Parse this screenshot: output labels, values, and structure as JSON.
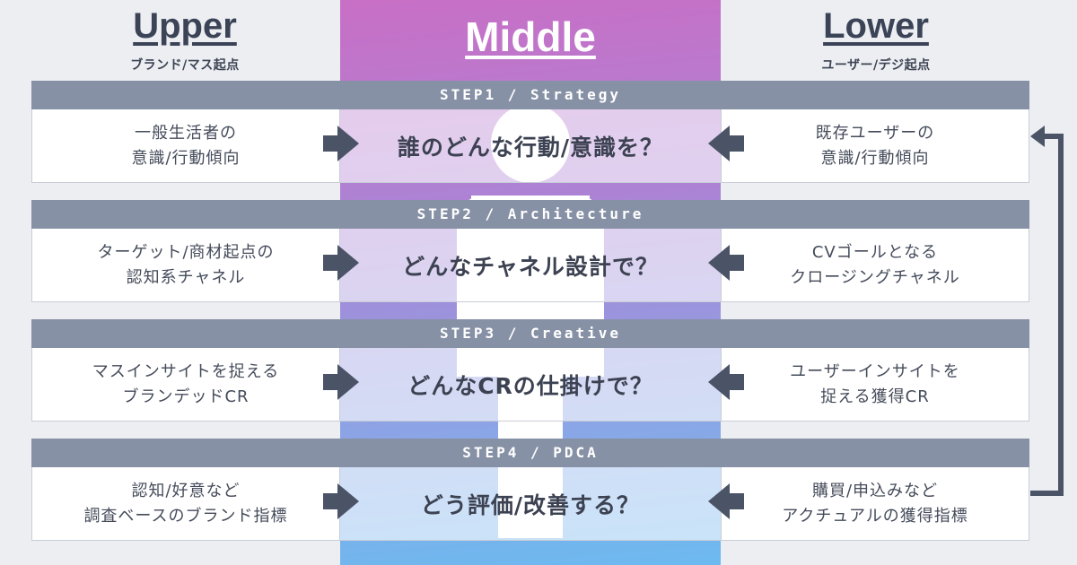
{
  "columns": {
    "upper": {
      "title": "Upper",
      "subtitle": "ブランド/マス起点"
    },
    "middle": {
      "title": "Middle"
    },
    "lower": {
      "title": "Lower",
      "subtitle": "ユーザー/デジ起点"
    }
  },
  "steps": [
    {
      "label": "STEP1 / Strategy",
      "left": "一般生活者の\n意識/行動傾向",
      "center": "誰のどんな行動/意識を？",
      "right": "既存ユーザーの\n意識/行動傾向"
    },
    {
      "label": "STEP2 / Architecture",
      "left": "ターゲット/商材起点の\n認知系チャネル",
      "center": "どんなチャネル設計で？",
      "right": "CVゴールとなる\nクロージングチャネル"
    },
    {
      "label": "STEP3 / Creative",
      "left": "マスインサイトを捉える\nブランデッドCR",
      "center": "どんなCRの仕掛けで？",
      "right": "ユーザーインサイトを\n捉える獲得CR"
    },
    {
      "label": "STEP4 / PDCA",
      "left": "認知/好意など\n調査ベースのブランド指標",
      "center": "どう評価/改善する？",
      "right": "購買/申込みなど\nアクチュアルの獲得指標"
    }
  ],
  "colors": {
    "step_bar": "#8791a6",
    "arrow": "#4b5366",
    "middle_gradient_top": "#c86fc6",
    "middle_gradient_bottom": "#6cbaf0"
  },
  "icons": [
    "person-figure-icon",
    "arrow-right-icon",
    "arrow-left-icon",
    "loop-arrow-icon"
  ]
}
